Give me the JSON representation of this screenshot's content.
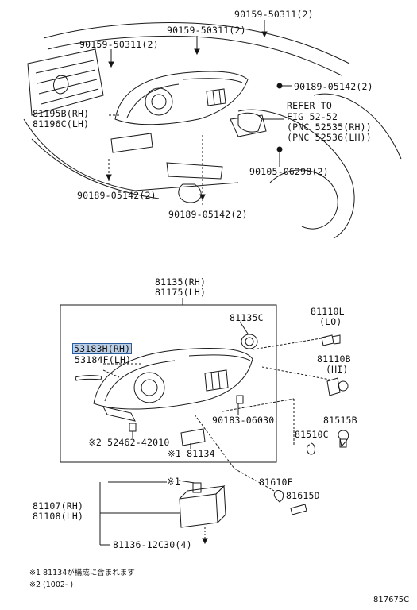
{
  "top_labels": {
    "p90159_a": "90159-50311(2)",
    "p90159_b": "90159-50311(2)",
    "p90159_c": "90159-50311(2)",
    "p90189_a": "90189-05142(2)",
    "p81195b": "81195B(RH)",
    "p81196c": "81196C(LH)",
    "refer1": "REFER TO",
    "refer2": "FIG 52-52",
    "refer3": "(PNC 52535(RH))",
    "refer4": "(PNC 52536(LH))",
    "p90105": "90105-06298(2)",
    "p90189_b": "90189-05142(2)",
    "p90189_c": "90189-05142(2)"
  },
  "bottom_labels": {
    "p81135": "81135(RH)",
    "p81175": "81175(LH)",
    "p81135c": "81135C",
    "p53183h": "53183H(RH)",
    "p53184f": "53184F(LH)",
    "p90183": "90183-06030",
    "p52462": "※2 52462-42010",
    "p81134": "※1 81134",
    "p81110l": "81110L",
    "lo": "(LO)",
    "p81110b": "81110B",
    "hi": "(HI)",
    "p81515b": "81515B",
    "p81510c": "81510C",
    "p81610f": "81610F",
    "p81615d": "81615D",
    "note1": "※1",
    "p81107": "81107(RH)",
    "p81108": "81108(LH)",
    "p81136": "81136-12C30(4)"
  },
  "footnotes": {
    "n1": "※1 81134が構成に含まれます",
    "n2": "※2 (1002-       )"
  },
  "figure_code": "817675C",
  "colors": {
    "line": "#1a1a1a",
    "highlight": "#b9cfe8",
    "highlight_border": "#2a5b9c"
  }
}
